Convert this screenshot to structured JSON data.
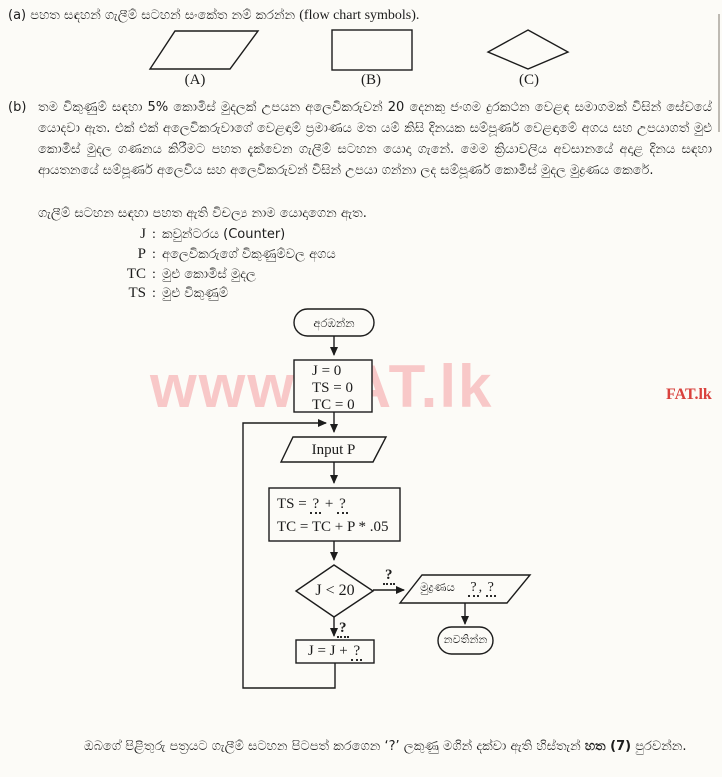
{
  "colors": {
    "ink": "#1c1c1c",
    "watermark_large": "#f8c8c8",
    "watermark_small": "#d9413d",
    "paper": "#fcfbf7"
  },
  "watermark": {
    "large": "www.FAT.lk",
    "small": "FAT.lk"
  },
  "part_a": {
    "label": "(a)",
    "text_si": "පහත සඳහන් ගැලීම් සටහන් සංකේත නම් කරන්න",
    "text_en": "(flow chart symbols).",
    "shapes": [
      {
        "type": "parallelogram",
        "label": "(A)"
      },
      {
        "type": "rectangle",
        "label": "(B)"
      },
      {
        "type": "diamond",
        "label": "(C)"
      }
    ]
  },
  "part_b": {
    "label": "(b)",
    "paragraph": "තම විකුණුම් සඳහා 5% කොමිස් මුදලක් උපයන අලෙවිකරුවන් 20 දෙනකු ජංගම දුරකථන වෙළඳ සමාගමක් විසින් සේවයේ යොදවා ඇත. එක් එක් අලෙවිකරුවාගේ වෙළඳාම් ප්‍රමාණය මත යම් කිසි දිනයක සම්පූර්ණ වෙළඳාමේ අගය සහ උපයාගත් මුළු කොමිස් මුදල ගණනය කිරීමට පහත දැක්වෙන ගැලීම් සටහන යොදා ගැනේ. මෙම ක්‍රියාවලිය අවසානයේ අදාළ දිනය සඳහා ආයතනයේ සම්පූර්ණ අලෙවිය සහ අලෙවිකරුවන් විසින් උපයා ගන්නා ලද සම්පූර්ණ කොමිස් මුදල මුද්‍රණය කෙරේ.",
    "variables_intro": "ගැලීම් සටහන සඳහා පහත ඇති විචල්‍ය නාම යොදාගෙන ඇත.",
    "variables": [
      {
        "name": "J",
        "colon": ":",
        "desc": "කවුන්ටරය (Counter)"
      },
      {
        "name": "P",
        "colon": ":",
        "desc": "අලෙවිකරුගේ විකුණුම්වල අගය"
      },
      {
        "name": "TC",
        "colon": ":",
        "desc": "මුළු කොමිස් මුදල"
      },
      {
        "name": "TS",
        "colon": ":",
        "desc": "මුළු විකුණුම්"
      }
    ]
  },
  "flowchart": {
    "start_label": "අරඹන්න",
    "init": {
      "line1": "J = 0",
      "line2": "TS = 0",
      "line3": "TC = 0"
    },
    "input_label": "Input P",
    "process": {
      "pre": "TS = ",
      "q1": "?",
      "plus": " + ",
      "q2": "?",
      "line2": "TC = TC + P * .05"
    },
    "decision_label": "J < 20",
    "branch_right_q": "?",
    "output": {
      "label": "මුද්‍රණය",
      "q1": "?",
      "comma": ", ",
      "q2": "?"
    },
    "stop_label": "නවතින්න",
    "branch_down_q": "?",
    "increment": {
      "pre": "J = J + ",
      "q": "?"
    }
  },
  "footer": {
    "pre": "ඔබගේ පිළිතුරු පත්‍රයට ගැලීම් සටහන පිටපත් කරගෙන ‘?’ ලකුණු මගින් දක්වා ඇති හිස්තැන් ",
    "bold": "හත (7)",
    "post": " පුරවන්න."
  }
}
